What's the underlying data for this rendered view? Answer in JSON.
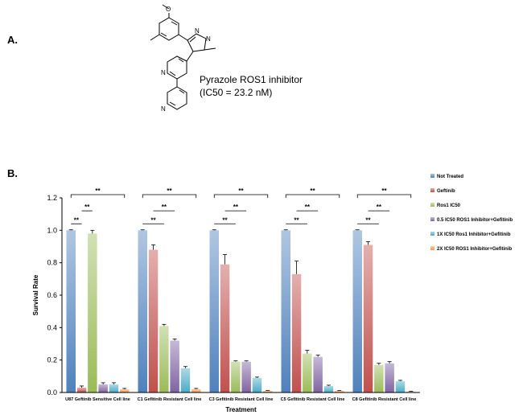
{
  "panel_a": {
    "label": "A.",
    "compound_name": "Pyrazole ROS1 inhibitor",
    "compound_ic50": "(IC50 = 23.2 nM)"
  },
  "panel_b": {
    "label": "B."
  },
  "chart_data": {
    "type": "bar",
    "title": "",
    "xlabel": "Treatment",
    "ylabel": "Survival Rate",
    "ylim": [
      0,
      1.2
    ],
    "yticks": [
      "0.0",
      "0.2",
      "0.4",
      "0.6",
      "0.8",
      "1.0",
      "1.2"
    ],
    "grid": false,
    "legend_position": "right",
    "categories": [
      "U87 Geftinib Sensitive Cell line",
      "C1 Gefitinib Resistant Cell line",
      "C3 Gefitinib Resistant Cell line",
      "C5 Gefitinib Resistant Cell line",
      "C8 Gefitinib Resistant Cell line"
    ],
    "series": [
      {
        "name": "Not Treated",
        "color": "#4F81BD",
        "values": [
          1.0,
          1.0,
          1.0,
          1.0,
          1.0
        ],
        "errors": [
          0.003,
          0.003,
          0.003,
          0.003,
          0.003
        ]
      },
      {
        "name": "Geftinib",
        "color": "#C0504D",
        "values": [
          0.03,
          0.88,
          0.79,
          0.73,
          0.91
        ],
        "errors": [
          0.01,
          0.03,
          0.06,
          0.08,
          0.02
        ]
      },
      {
        "name": "Ros1 IC50",
        "color": "#9BBB59",
        "values": [
          0.98,
          0.41,
          0.19,
          0.24,
          0.17
        ],
        "errors": [
          0.02,
          0.01,
          0.005,
          0.02,
          0.01
        ]
      },
      {
        "name": "0.5 IC50 ROS1 Inhibitor+Gefitinib",
        "color": "#8064A2",
        "values": [
          0.05,
          0.32,
          0.19,
          0.22,
          0.18
        ],
        "errors": [
          0.01,
          0.01,
          0.005,
          0.01,
          0.01
        ]
      },
      {
        "name": "1X IC50 Ros1 Inhibitor+Gefitinib",
        "color": "#4BACC6",
        "values": [
          0.05,
          0.15,
          0.09,
          0.04,
          0.07
        ],
        "errors": [
          0.01,
          0.01,
          0.005,
          0.005,
          0.005
        ]
      },
      {
        "name": "2X IC50 ROS1 Inhibitor+Gefitinib",
        "color": "#F79646",
        "values": [
          0.02,
          0.02,
          0.01,
          0.01,
          0.005
        ],
        "errors": [
          0.005,
          0.005,
          0.002,
          0.002,
          0.002
        ]
      }
    ],
    "significance": [
      {
        "group": 0,
        "from": 0,
        "to": 1,
        "label": "**"
      },
      {
        "group": 0,
        "from": 1,
        "to": 2,
        "label": "**"
      },
      {
        "group": 0,
        "from": 0,
        "to": 5,
        "label": "**"
      },
      {
        "group": 1,
        "from": 0,
        "to": 2,
        "label": "**"
      },
      {
        "group": 1,
        "from": 1,
        "to": 3,
        "label": "**"
      },
      {
        "group": 1,
        "from": 0,
        "to": 5,
        "label": "**"
      },
      {
        "group": 2,
        "from": 0,
        "to": 2,
        "label": "**"
      },
      {
        "group": 2,
        "from": 1,
        "to": 3,
        "label": "**"
      },
      {
        "group": 2,
        "from": 0,
        "to": 5,
        "label": "**"
      },
      {
        "group": 3,
        "from": 0,
        "to": 2,
        "label": "**"
      },
      {
        "group": 3,
        "from": 1,
        "to": 3,
        "label": "**"
      },
      {
        "group": 3,
        "from": 0,
        "to": 5,
        "label": "**"
      },
      {
        "group": 4,
        "from": 0,
        "to": 2,
        "label": "**"
      },
      {
        "group": 4,
        "from": 1,
        "to": 3,
        "label": "**"
      },
      {
        "group": 4,
        "from": 0,
        "to": 5,
        "label": "**"
      }
    ]
  }
}
